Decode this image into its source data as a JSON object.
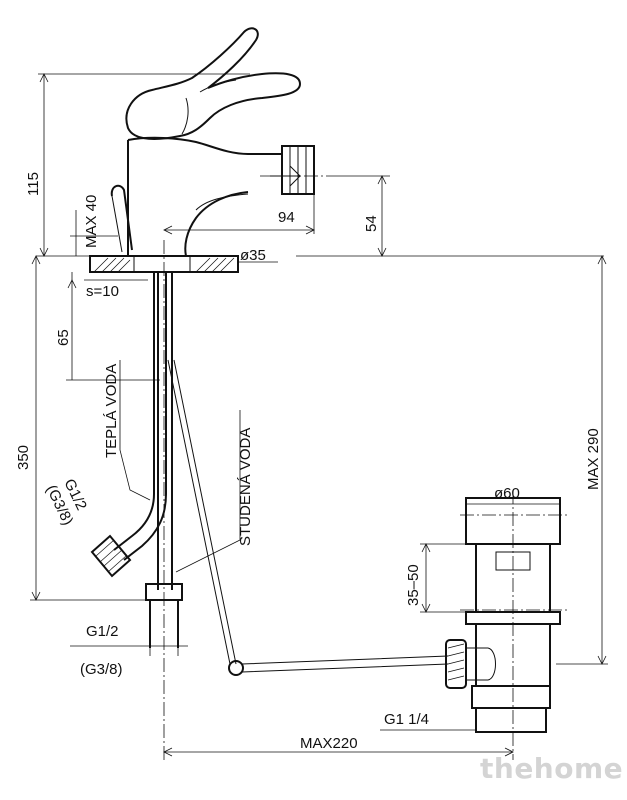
{
  "dimensions": {
    "height_115": "115",
    "max_40": "MAX 40",
    "reach_94": "94",
    "height_54": "54",
    "dia_35": "ø35",
    "s_10": "s=10",
    "depth_65": "65",
    "total_350": "350",
    "max_290": "MAX 290",
    "dia_60": "ø60",
    "range_35_50": "35–50",
    "max_220": "MAX220"
  },
  "labels": {
    "hot_water": "TEPLÁ VODA",
    "cold_water": "STUDENÁ VODA",
    "thread_hot": "G1/2",
    "thread_hot_alt": "(G3/8)",
    "thread_bottom": "G1/2",
    "thread_bottom_alt": "(G3/8)",
    "thread_drain": "G1 1/4"
  },
  "watermark": "thehome"
}
